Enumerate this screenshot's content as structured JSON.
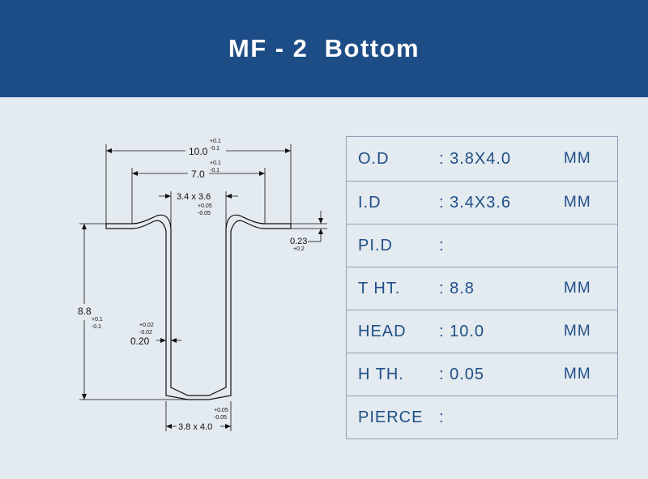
{
  "header": {
    "title": "MF - 2  Bottom"
  },
  "drawing": {
    "head_width": "10.0",
    "head_tol_plus": "+0.1",
    "head_tol_minus": "-0.1",
    "inner_width": "7.0",
    "inner_tol_plus": "+0.1",
    "inner_tol_minus": "-0.1",
    "id_label": "3.4 x 3.6",
    "id_tol_plus": "+0.05",
    "id_tol_minus": "-0.05",
    "flange_th": "0.23",
    "flange_tol": "+0.2",
    "height": "8.8",
    "height_tol_plus": "+0.1",
    "height_tol_minus": "-0.1",
    "wall_th": "0.20",
    "wall_tol_plus": "+0.02",
    "wall_tol_minus": "-0.02",
    "od_label": "3.8 x 4.0",
    "od_tol_plus": "+0.05",
    "od_tol_minus": "-0.05"
  },
  "specs": [
    {
      "label": "O.D",
      "value": ": 3.8X4.0",
      "unit": "MM"
    },
    {
      "label": "I.D",
      "value": ": 3.4X3.6",
      "unit": "MM"
    },
    {
      "label": "PI.D",
      "value": ":",
      "unit": ""
    },
    {
      "label": "T HT.",
      "value": ": 8.8",
      "unit": "MM"
    },
    {
      "label": "HEAD",
      "value": ": 10.0",
      "unit": "MM"
    },
    {
      "label": "H TH.",
      "value": ": 0.05",
      "unit": "MM"
    },
    {
      "label": "PIERCE",
      "value": ":",
      "unit": ""
    }
  ],
  "colors": {
    "header_bg": "#1c4d86",
    "page_bg": "#e3eaf0",
    "spec_text": "#1f4f86"
  }
}
